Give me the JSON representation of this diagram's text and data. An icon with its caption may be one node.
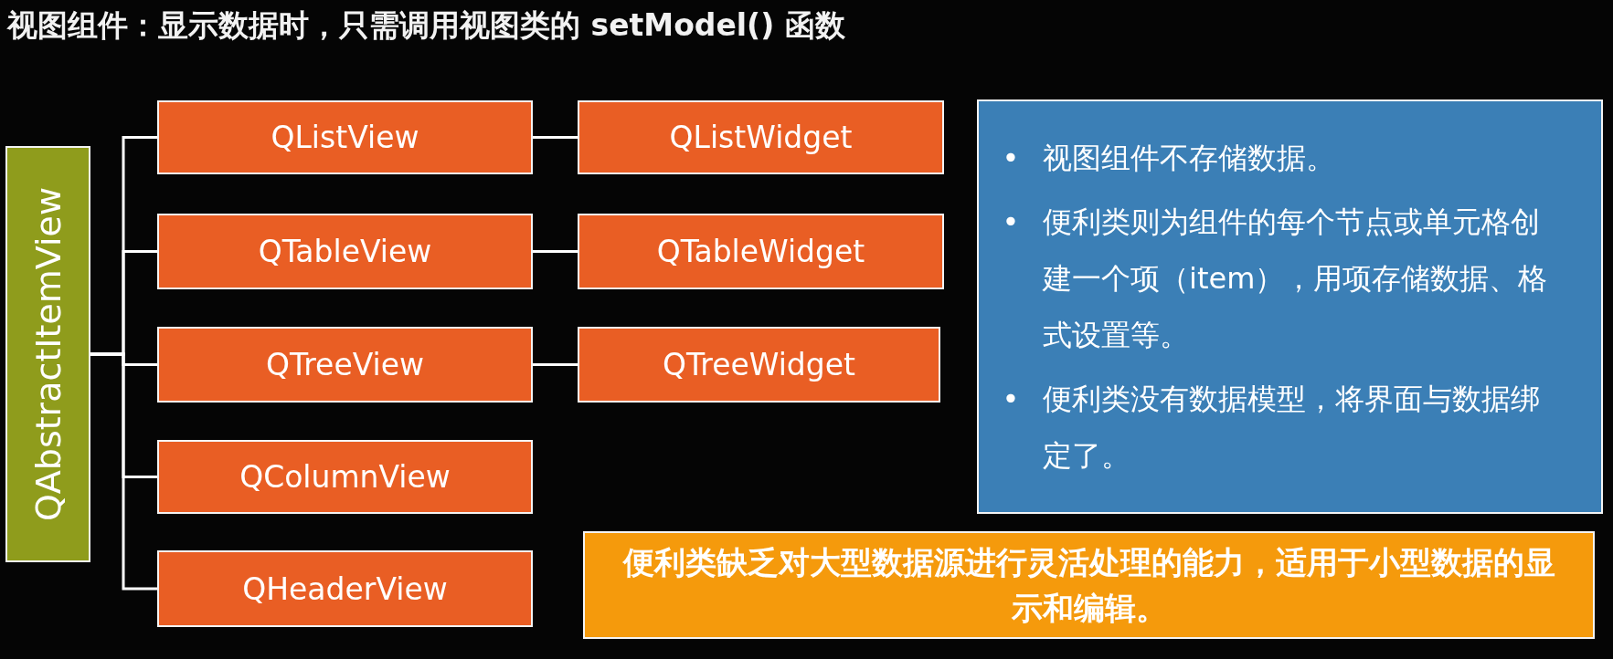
{
  "diagram": {
    "title": "视图组件：显示数据时，只需调用视图类的 setModel() 函数",
    "nodes": [
      {
        "text": [
          "QAbstractItemView"
        ]
      },
      {
        "text": [
          "QListView"
        ]
      },
      {
        "text": [
          "QListWidget"
        ]
      },
      {
        "text": [
          "QTableView"
        ]
      },
      {
        "text": [
          "QTableWidget"
        ]
      },
      {
        "text": [
          "QTreeView"
        ]
      },
      {
        "text": [
          "QTreeWidget"
        ]
      },
      {
        "text": [
          "QColumnView"
        ]
      },
      {
        "text": [
          "QHeaderView"
        ]
      },
      {
        "text": [
          "视图组件不存储数据。",
          "便利类则为组件的每个节点或单元格创建一个项（item），用项存储数据、格式设置等。",
          "便利类没有数据模型，将界面与数据绑定了。"
        ]
      },
      {
        "text": [
          "便利类缺乏对大型数据源进行灵活处理的能力，适用于小型数据的显示和编辑。"
        ]
      }
    ],
    "edges": [
      {
        "from": 0,
        "to": 1,
        "arrow": "none"
      },
      {
        "from": 0,
        "to": 3,
        "arrow": "none"
      },
      {
        "from": 0,
        "to": 5,
        "arrow": "none"
      },
      {
        "from": 0,
        "to": 7,
        "arrow": "none"
      },
      {
        "from": 0,
        "to": 8,
        "arrow": "none"
      },
      {
        "from": 1,
        "to": 2,
        "arrow": "none"
      },
      {
        "from": 3,
        "to": 4,
        "arrow": "none"
      },
      {
        "from": 5,
        "to": 6,
        "arrow": "none"
      }
    ],
    "labels": [
      "•",
      "•",
      "•"
    ]
  }
}
